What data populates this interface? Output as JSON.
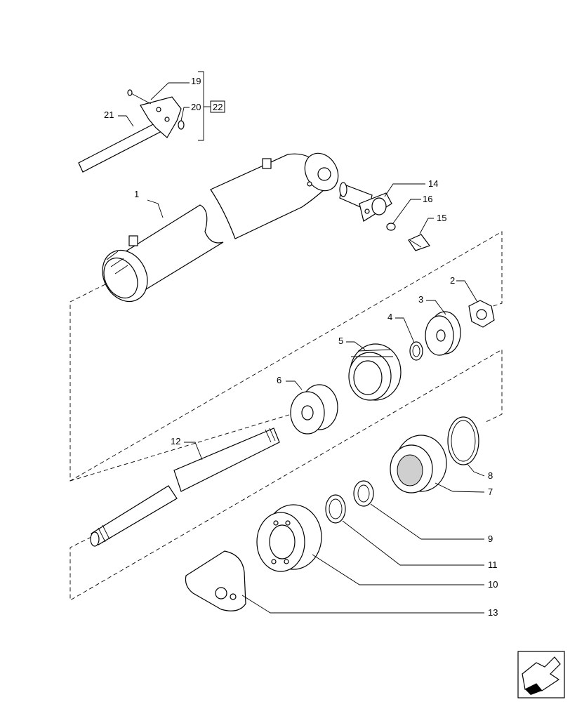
{
  "labels": {
    "p1": "1",
    "p2": "2",
    "p3": "3",
    "p4": "4",
    "p5": "5",
    "p6": "6",
    "p7": "7",
    "p8": "8",
    "p9": "9",
    "p10": "10",
    "p11": "11",
    "p12": "12",
    "p13": "13",
    "p14": "14",
    "p15": "15",
    "p16": "16",
    "p19": "19",
    "p20": "20",
    "p21": "21",
    "p22": "22"
  },
  "icons": {
    "corner": "arrow-navigation-icon"
  }
}
